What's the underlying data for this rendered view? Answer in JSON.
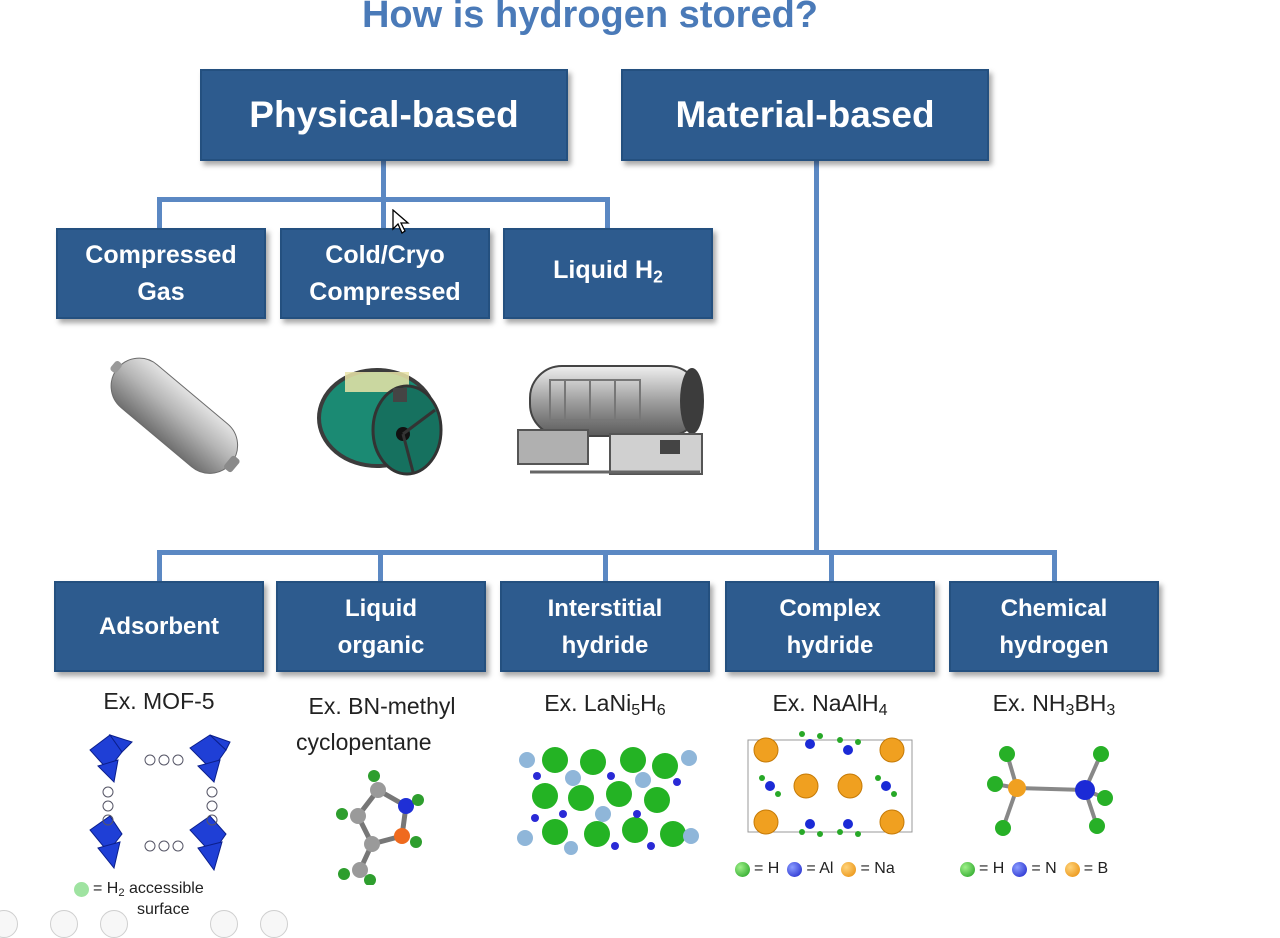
{
  "title": "How is hydrogen stored?",
  "top_categories": [
    {
      "label": "Physical-based"
    },
    {
      "label": "Material-based"
    }
  ],
  "physical_methods": [
    {
      "label_line1": "Compressed",
      "label_line2": "Gas"
    },
    {
      "label_line1": "Cold/Cryo",
      "label_line2": "Compressed"
    },
    {
      "label_prefix": "Liquid H",
      "label_sub": "2"
    }
  ],
  "material_methods": [
    {
      "label_line1": "Adsorbent",
      "label_line2": "",
      "example_prefix": "Ex. MOF-5"
    },
    {
      "label_line1": "Liquid",
      "label_line2": "organic",
      "example_line1": "Ex. BN-methyl",
      "example_line2": "cyclopentane"
    },
    {
      "label_line1": "Interstitial",
      "label_line2": "hydride",
      "example": [
        "Ex. LaNi",
        "5",
        "H",
        "6"
      ]
    },
    {
      "label_line1": "Complex",
      "label_line2": "hydride",
      "example": [
        "Ex. NaAlH",
        "4"
      ]
    },
    {
      "label_line1": "Chemical",
      "label_line2": "hydrogen",
      "example": [
        "Ex. NH",
        "3",
        "BH",
        "3"
      ]
    }
  ],
  "legends": {
    "mof": {
      "prefix": "= H",
      "sub": "2",
      "suffix": " accessible",
      "line2": "surface"
    },
    "complex": [
      {
        "color": "green",
        "text": "= H"
      },
      {
        "color": "blue",
        "text": "= Al"
      },
      {
        "color": "orange",
        "text": "= Na"
      }
    ],
    "chemical": [
      {
        "color": "green",
        "text": "= H"
      },
      {
        "color": "blue",
        "text": "= N"
      },
      {
        "color": "orange",
        "text": "= B"
      }
    ]
  },
  "colors": {
    "box": "#2d5b8e",
    "connector": "#5b88c3",
    "title": "#4a7ab8"
  }
}
